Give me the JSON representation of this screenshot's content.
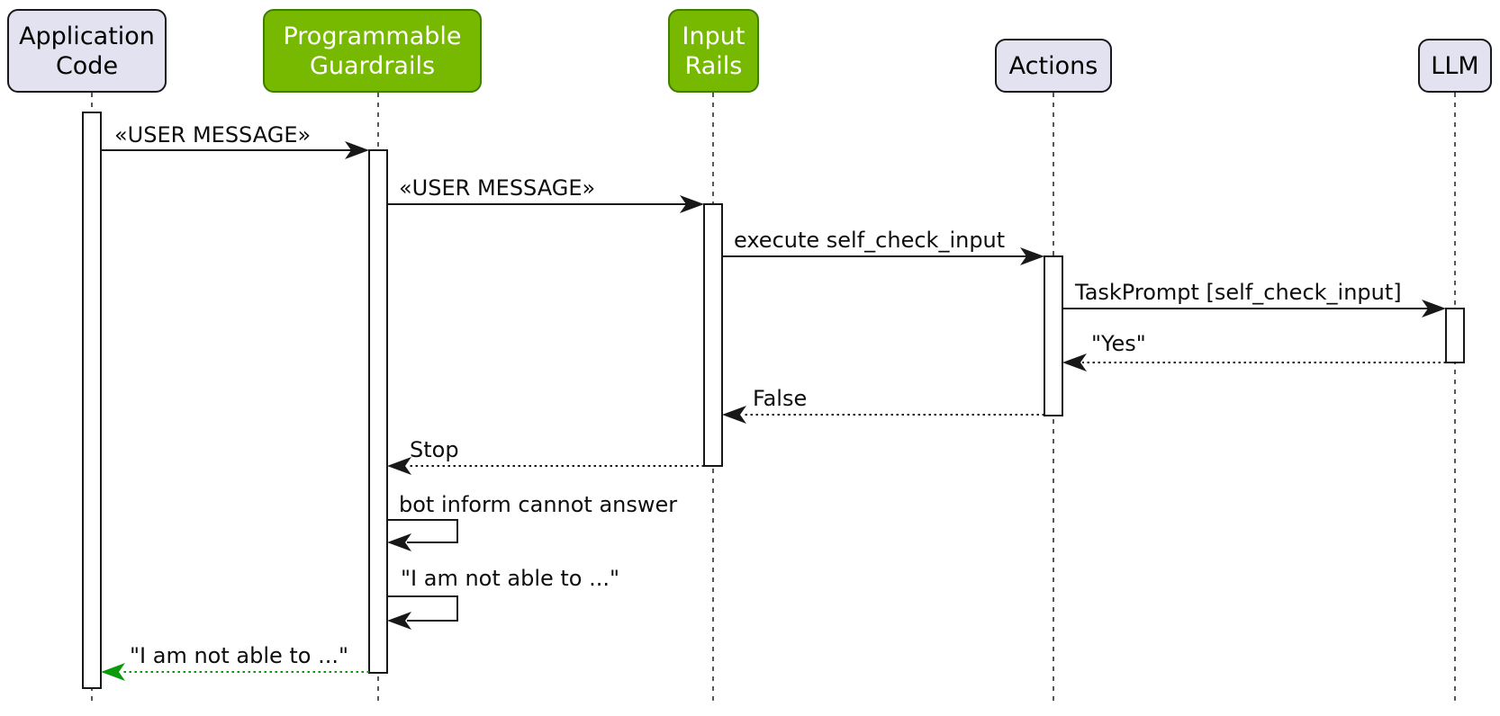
{
  "colors": {
    "background": "#FFFFFF",
    "participant_fill_lavender": "#E2E2F0",
    "participant_fill_green": "#76B900",
    "participant_border_green": "#3E7D00",
    "line_dark": "#181818",
    "arrow_green": "#0A9A0A"
  },
  "diagram": {
    "type": "sequence",
    "participants": [
      {
        "id": "application-code",
        "label": "Application\nCode",
        "fill": "lavender"
      },
      {
        "id": "programmable-guardrails",
        "label": "Programmable\nGuardrails",
        "fill": "green"
      },
      {
        "id": "input-rails",
        "label": "Input\nRails",
        "fill": "green"
      },
      {
        "id": "actions",
        "label": "Actions",
        "fill": "lavender"
      },
      {
        "id": "llm",
        "label": "LLM",
        "fill": "lavender"
      }
    ],
    "messages": [
      {
        "from": "Application Code",
        "to": "Programmable Guardrails",
        "label": "«USER MESSAGE»",
        "line": "solid"
      },
      {
        "from": "Programmable Guardrails",
        "to": "Input Rails",
        "label": "«USER MESSAGE»",
        "line": "solid"
      },
      {
        "from": "Input Rails",
        "to": "Actions",
        "label": "execute self_check_input",
        "line": "solid"
      },
      {
        "from": "Actions",
        "to": "LLM",
        "label": "TaskPrompt [self_check_input]",
        "line": "solid"
      },
      {
        "from": "LLM",
        "to": "Actions",
        "label": "\"Yes\"",
        "line": "dotted"
      },
      {
        "from": "Actions",
        "to": "Input Rails",
        "label": "False",
        "line": "dotted"
      },
      {
        "from": "Input Rails",
        "to": "Programmable Guardrails",
        "label": "Stop",
        "line": "dotted"
      },
      {
        "from": "Programmable Guardrails",
        "to": "Programmable Guardrails",
        "label": "bot inform cannot answer",
        "line": "solid-self"
      },
      {
        "from": "Programmable Guardrails",
        "to": "Programmable Guardrails",
        "label": "\"I am not able to ...\"",
        "line": "solid-self"
      },
      {
        "from": "Programmable Guardrails",
        "to": "Application Code",
        "label": "\"I am not able to ...\"",
        "line": "dotted-green"
      }
    ]
  }
}
